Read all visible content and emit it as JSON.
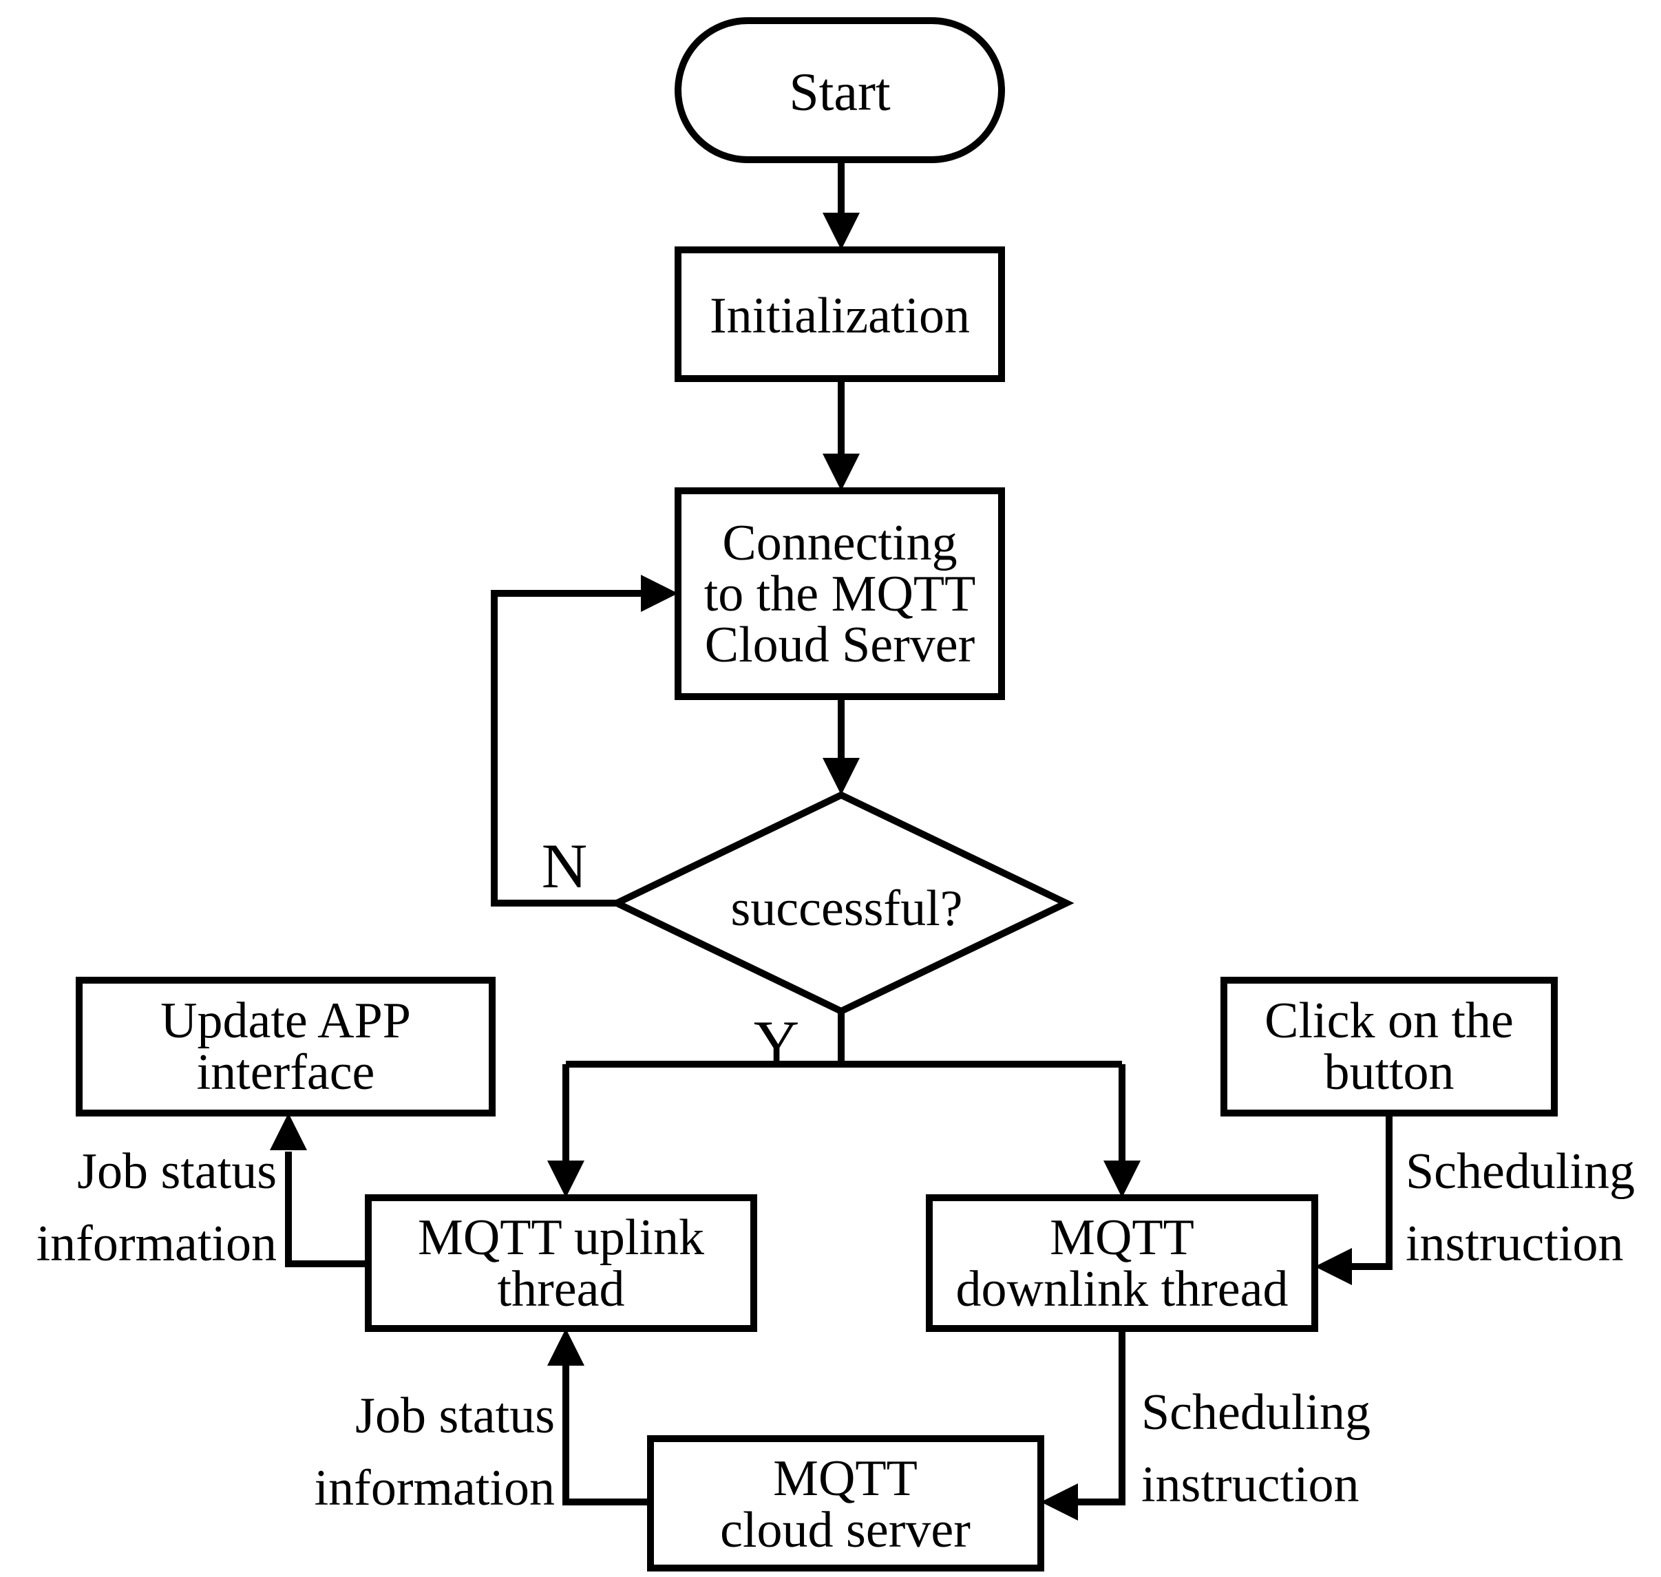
{
  "flow": {
    "nodes": {
      "start": {
        "type": "terminator",
        "label": "Start"
      },
      "initialization": {
        "type": "process",
        "label": "Initialization"
      },
      "connecting": {
        "type": "process",
        "lines": [
          "Connecting",
          "to the MQTT",
          "Cloud Server"
        ]
      },
      "decision": {
        "type": "decision",
        "label": "successful?"
      },
      "update_app": {
        "type": "process",
        "lines": [
          "Update APP",
          "interface"
        ]
      },
      "uplink": {
        "type": "process",
        "lines": [
          "MQTT uplink",
          "thread"
        ]
      },
      "downlink": {
        "type": "process",
        "lines": [
          "MQTT",
          "downlink thread"
        ]
      },
      "click_button": {
        "type": "process",
        "lines": [
          "Click on the",
          "button"
        ]
      },
      "cloud_server": {
        "type": "process",
        "lines": [
          "MQTT",
          "cloud server"
        ]
      }
    },
    "branches": {
      "no": "N",
      "yes": "Y"
    },
    "edge_labels": {
      "uplink_to_update": {
        "lines": [
          "Job status",
          "information"
        ]
      },
      "click_to_downlink": {
        "lines": [
          "Scheduling",
          "instruction"
        ]
      },
      "downlink_to_cloud": {
        "lines": [
          "Scheduling",
          "instruction"
        ]
      },
      "cloud_to_uplink": {
        "lines": [
          "Job status",
          "information"
        ]
      }
    },
    "colors": {
      "stroke": "#000000",
      "fill": "#ffffff",
      "text": "#000000"
    }
  }
}
